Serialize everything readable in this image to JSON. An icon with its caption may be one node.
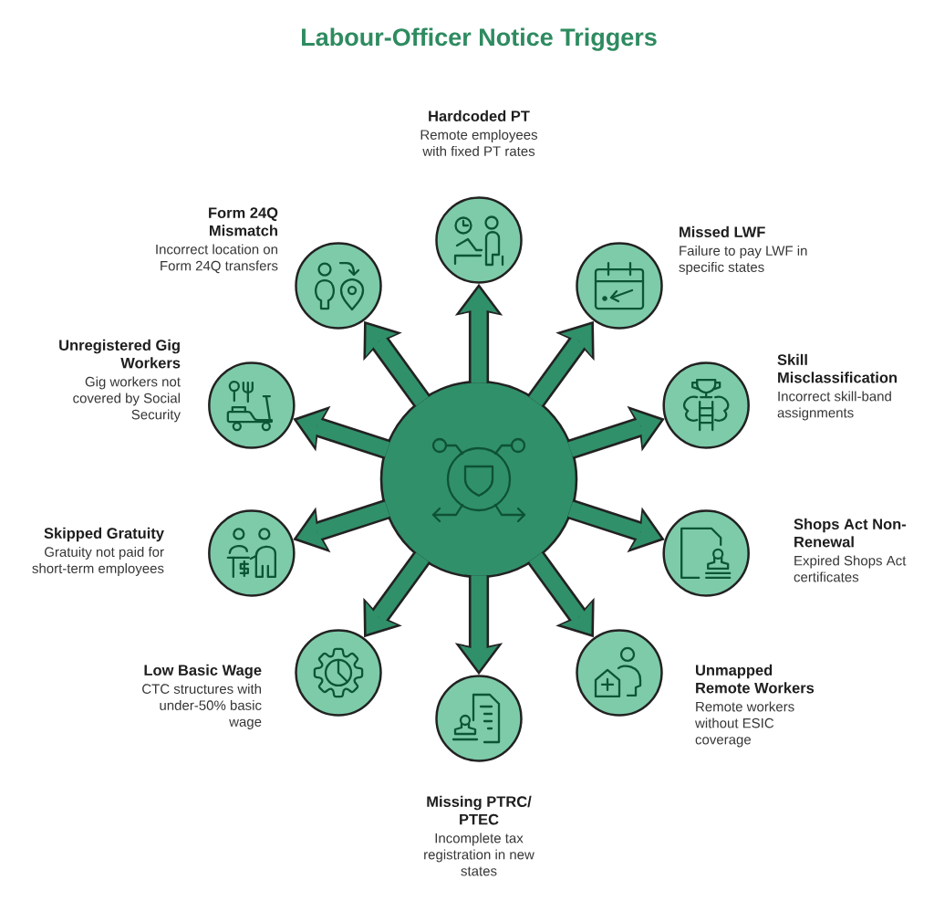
{
  "diagram": {
    "title": "Labour-Officer Notice Triggers",
    "nodes": [
      {
        "text": [],
        "shape": "circle"
      },
      {
        "text": [
          "Hardcoded PT",
          "Remote employees with fixed PT rates"
        ]
      },
      {
        "text": [
          "Missed LWF",
          "Failure to pay LWF in specific states"
        ]
      },
      {
        "text": [
          "Skill Misclassification",
          "Incorrect skill-band assignments"
        ]
      },
      {
        "text": [
          "Shops Act Non-Renewal",
          "Expired Shops Act certificates"
        ]
      },
      {
        "text": [
          "Unmapped Remote Workers",
          "Remote workers without ESIC coverage"
        ]
      },
      {
        "text": [
          "Missing PTRC/PTEC",
          "Incomplete tax registration in new states"
        ]
      },
      {
        "text": [
          "Low Basic Wage",
          "CTC structures with under-50% basic wage"
        ]
      },
      {
        "text": [
          "Skipped Gratuity",
          "Gratuity not paid for short-term employees"
        ]
      },
      {
        "text": [
          "Unregistered Gig Workers",
          "Gig workers not covered by Social Security"
        ]
      },
      {
        "text": [
          "Form 24Q Mismatch",
          "Incorrect location on Form 24Q transfers"
        ]
      }
    ],
    "edges": [
      {
        "from": 0,
        "to": 1,
        "arrow": "to"
      },
      {
        "from": 0,
        "to": 2,
        "arrow": "to"
      },
      {
        "from": 0,
        "to": 3,
        "arrow": "to"
      },
      {
        "from": 0,
        "to": 4,
        "arrow": "to"
      },
      {
        "from": 0,
        "to": 5,
        "arrow": "to"
      },
      {
        "from": 0,
        "to": 6,
        "arrow": "to"
      },
      {
        "from": 0,
        "to": 7,
        "arrow": "to"
      },
      {
        "from": 0,
        "to": 8,
        "arrow": "to"
      },
      {
        "from": 0,
        "to": 9,
        "arrow": "to"
      },
      {
        "from": 0,
        "to": 10,
        "arrow": "to"
      }
    ]
  }
}
